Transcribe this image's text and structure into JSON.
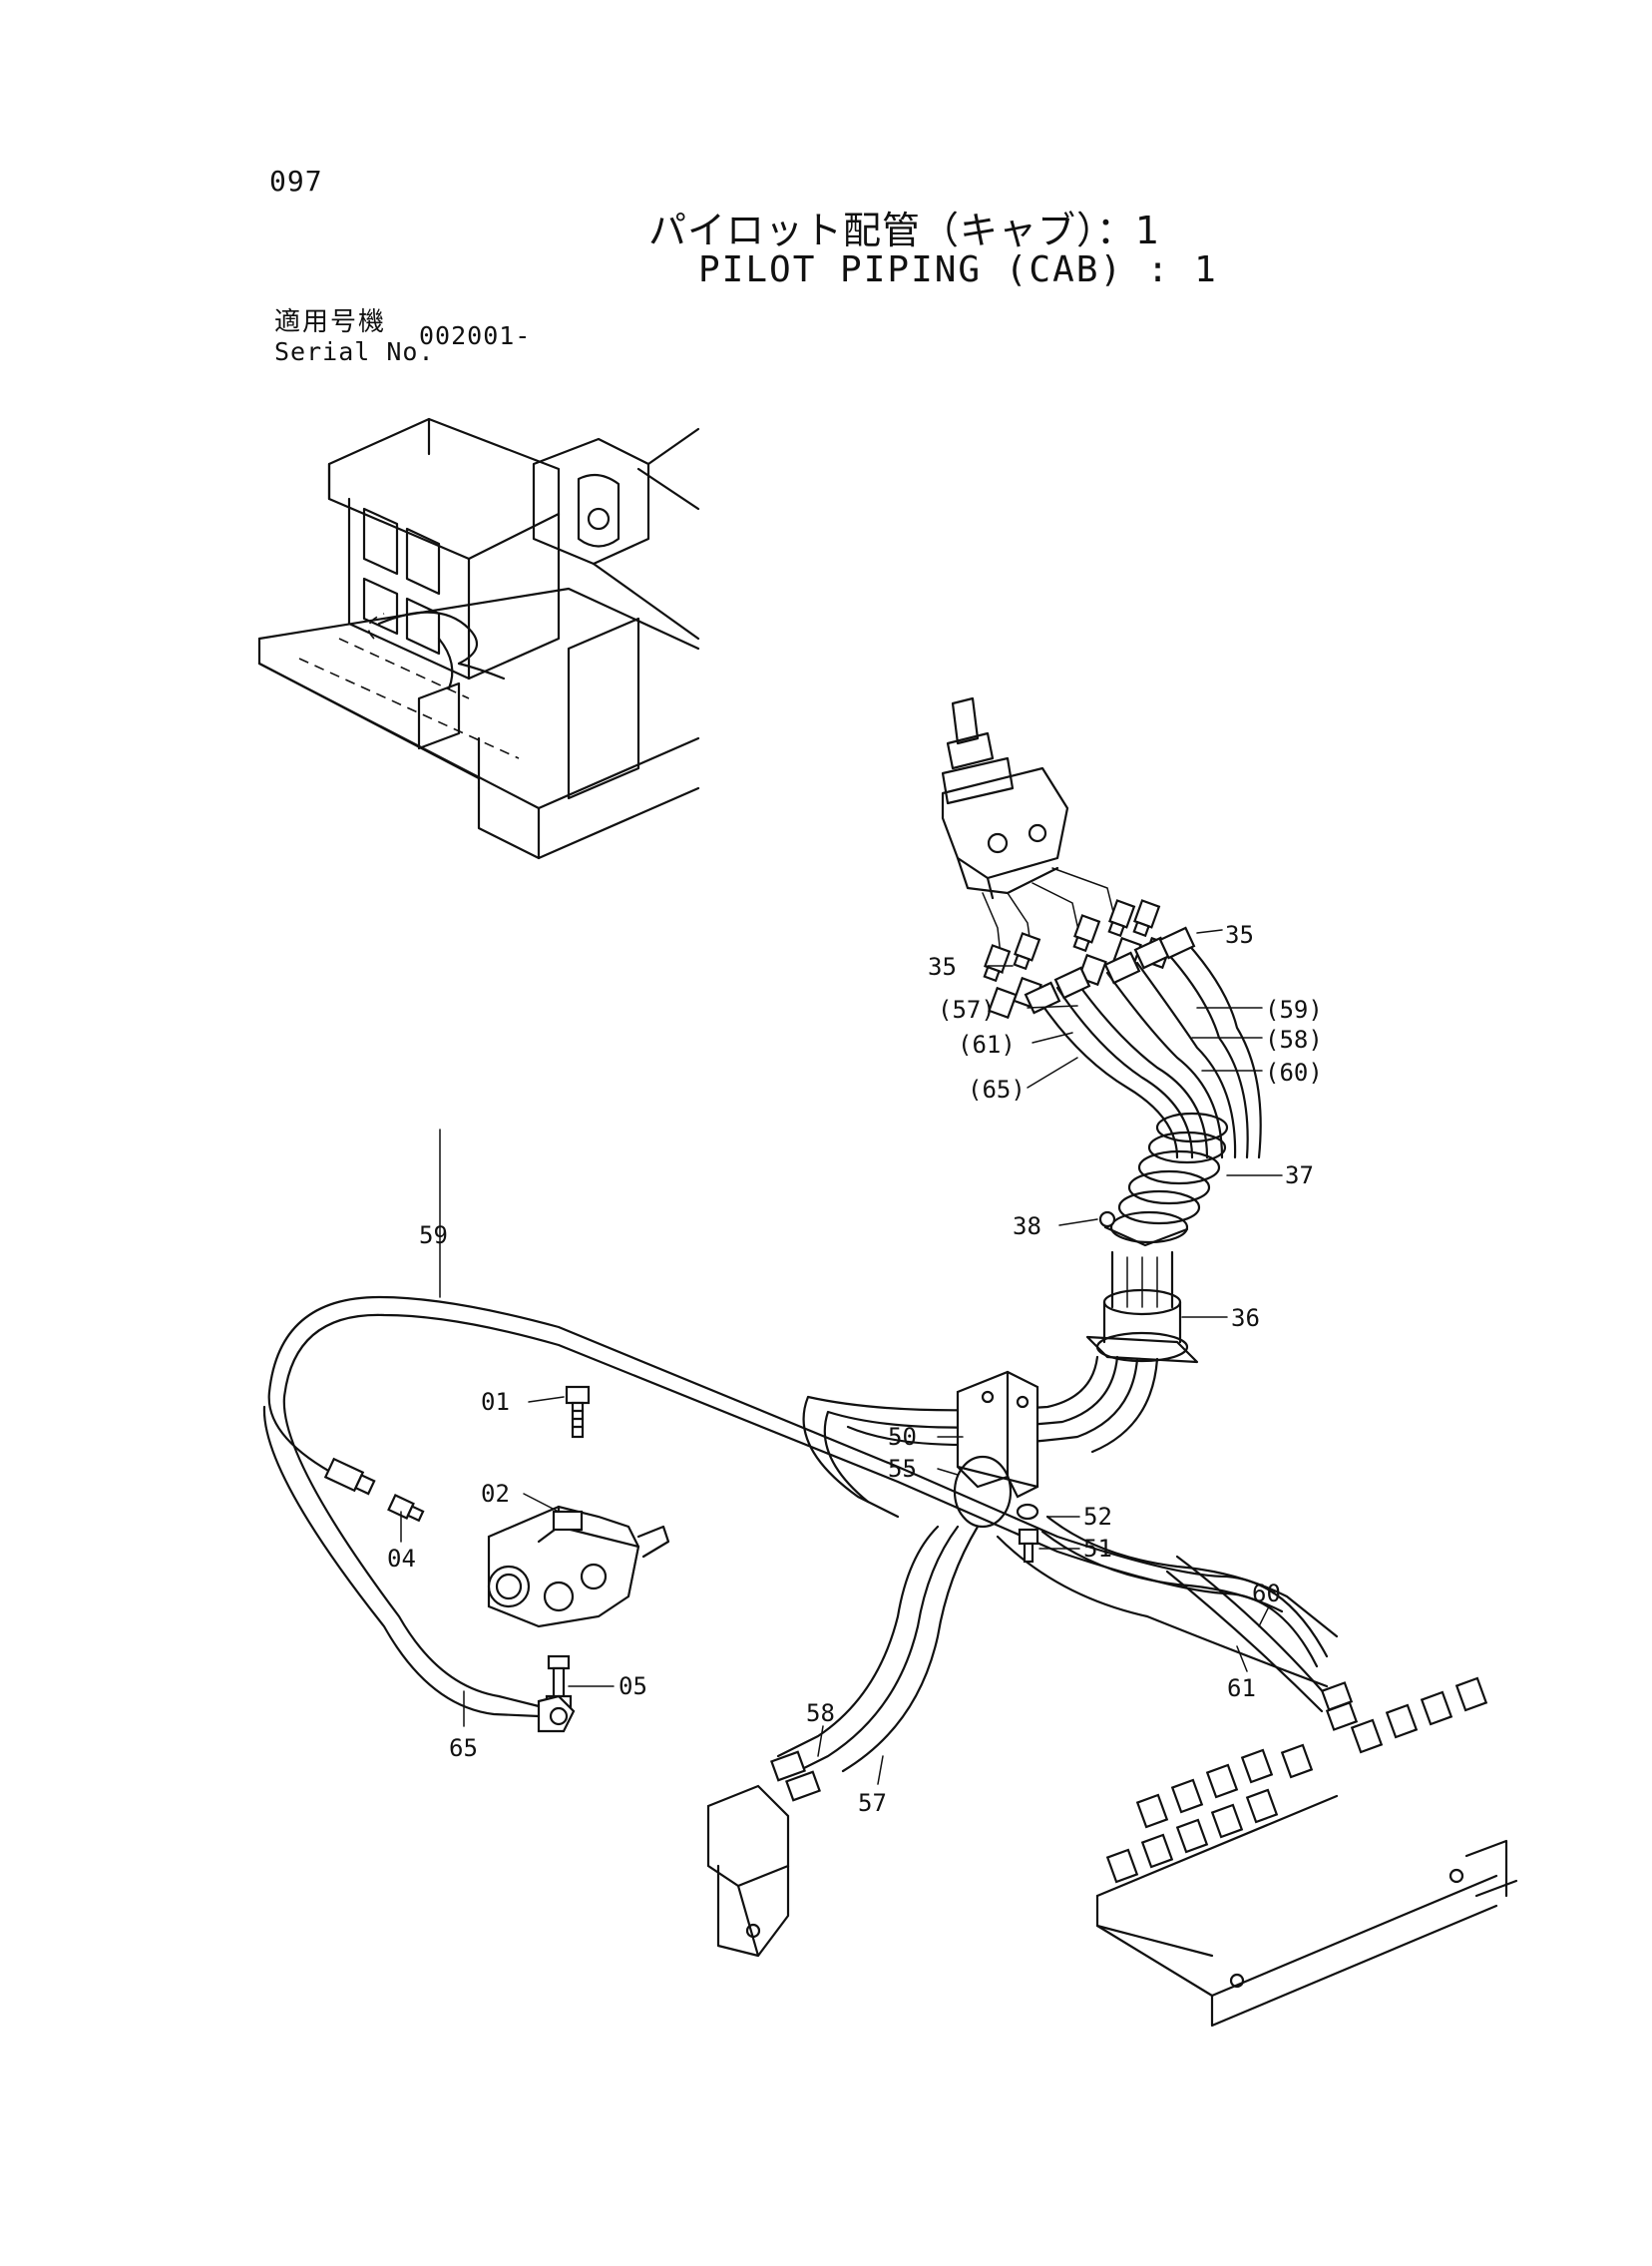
{
  "header": {
    "page_number": "097",
    "title_jp": "パイロット配管（キャブ）：1",
    "title_en": "PILOT PIPING (CAB) : 1",
    "serial_label_jp": "適用号機",
    "serial_label_en": "Serial No.",
    "serial_value": "002001-"
  },
  "callouts": {
    "c35a": "35",
    "c35b": "35",
    "c57p": "(57)",
    "c61p": "(61)",
    "c65p": "(65)",
    "c59p": "(59)",
    "c58p": "(58)",
    "c60p": "(60)",
    "c37": "37",
    "c38": "38",
    "c36": "36",
    "c59": "59",
    "c01": "01",
    "c02": "02",
    "c04": "04",
    "c05": "05",
    "c65": "65",
    "c50": "50",
    "c55": "55",
    "c52": "52",
    "c51": "51",
    "c60": "60",
    "c61": "61",
    "c58": "58",
    "c57": "57"
  }
}
